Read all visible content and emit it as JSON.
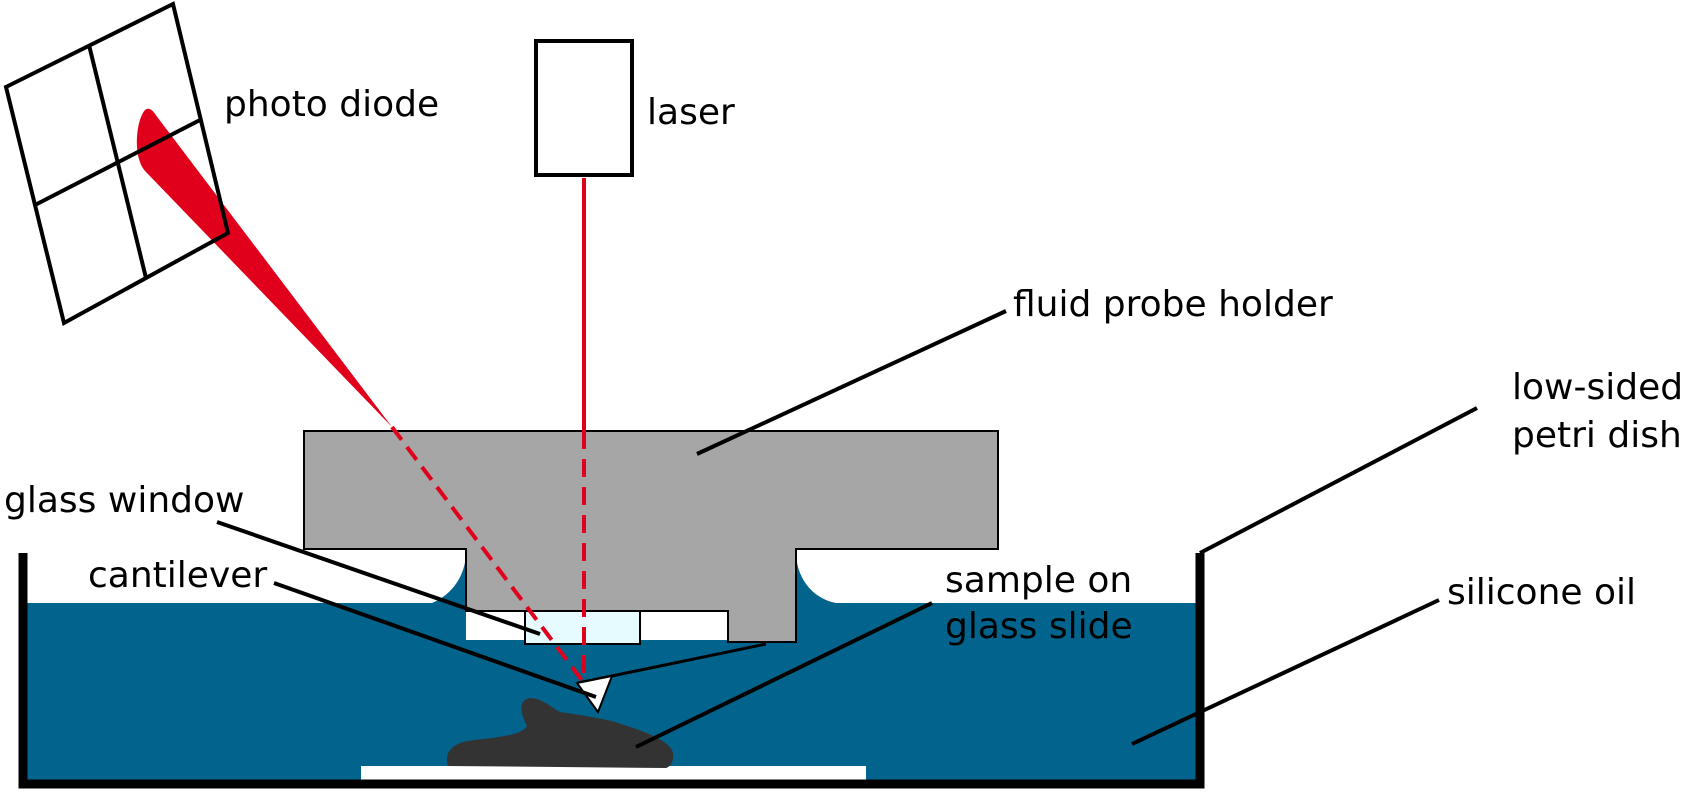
{
  "labels": {
    "photo_diode": "photo diode",
    "laser": "laser",
    "fluid_probe_holder": "fluid probe holder",
    "low_sided_line1": "low-sided",
    "low_sided_line2": "petri dish",
    "glass_window": "glass window",
    "cantilever": "cantilever",
    "sample_line1": "sample on",
    "sample_line2": "glass slide",
    "silicone_oil": "silicone oil"
  },
  "colors": {
    "oil": "#02638c",
    "holder": "#a6a6a6",
    "laser_beam": "#e0001b",
    "glass_window": "#e6fbff",
    "sample": "#333333",
    "outline": "#000000"
  }
}
